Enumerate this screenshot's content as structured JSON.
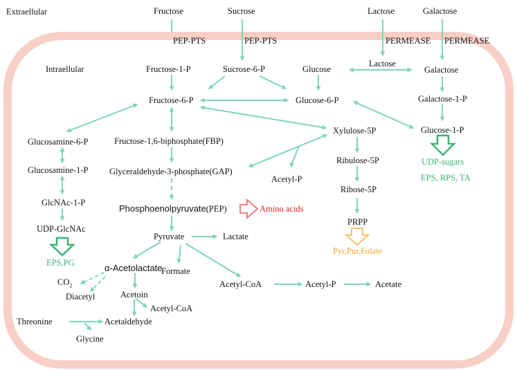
{
  "colors": {
    "cell": "#f8cfc6",
    "arrow": "#7fd6b4",
    "green": "#3cb371",
    "red": "#e02020",
    "orange": "#f5a623"
  },
  "regions": {
    "extracellular": "Extraellular",
    "intracellular": "Intraellular"
  },
  "transport": {
    "fructose": "Fructose",
    "sucrose": "Sucrose",
    "lactose": "Lactose",
    "galactose": "Galactose",
    "pep_pts_1": "PEP-PTS",
    "pep_pts_2": "PEP-PTS",
    "permease_1": "PERMEASE",
    "permease_2": "PERMEASE"
  },
  "sugars": {
    "fructose_1_p": "Fructose-1-P",
    "sucrose_6_p": "Sucrose-6-P",
    "glucose": "Glucose",
    "lactose_in": "Lactose",
    "galactose_in": "Galactose",
    "fructose_6_p": "Fructose-6-P",
    "glucose_6_p": "Glucose-6-P",
    "galactose_1_p": "Galactose-1-P",
    "glucose_1_p": "Glucose-1-P",
    "udp_sugars": "UDP-sugars",
    "eps_rps_ta": "EPS, RPS, TA"
  },
  "glycolysis": {
    "fbp": "Fructose-1,6-biphosphate(FBP)",
    "gap": "Glyceraldehyde-3-phosphate(GAP)",
    "pep": "Phosphoenolpyruvate",
    "pep_abbr": "(PEP)",
    "amino_acids": "Amino acids",
    "pyruvate": "Pyruvate",
    "lactate": "Lactate",
    "formate": "Formate",
    "acetyl_coa_1": "Acetyl-CoA",
    "acetyl_p_2": "Acetyl-P",
    "acetate": "Acetate"
  },
  "amino_sugar": {
    "glucosamine_6_p": "Glucosamine-6-P",
    "glucosamine_1_p": "Glucosamine-1-P",
    "glcnac_1_p": "GlcNAc-1-P",
    "udp_glcnac": "UDP-GlcNAc",
    "eps_pg": "EPS,PG"
  },
  "pentose": {
    "xylulose_5p": "Xylulose-5P",
    "acetyl_p_1": "Acetyl-P",
    "ribulose_5p": "Ribulose-5P",
    "ribose_5p": "Ribose-5P",
    "prpp": "PRPP",
    "pyr_pur_folate": "Pyr,Pur,Folate"
  },
  "acetolactate_branch": {
    "alpha_acetolactate": "α-Acetolactate",
    "co2": "CO",
    "co2_sub": "2",
    "diacetyl": "Diacetyl",
    "acetoin": "Acetoin",
    "acetyl_coa_2": "Acetyl-CoA",
    "acetaldehyde": "Acetaldehyde",
    "threonine": "Threonine",
    "glycine": "Glycine"
  }
}
